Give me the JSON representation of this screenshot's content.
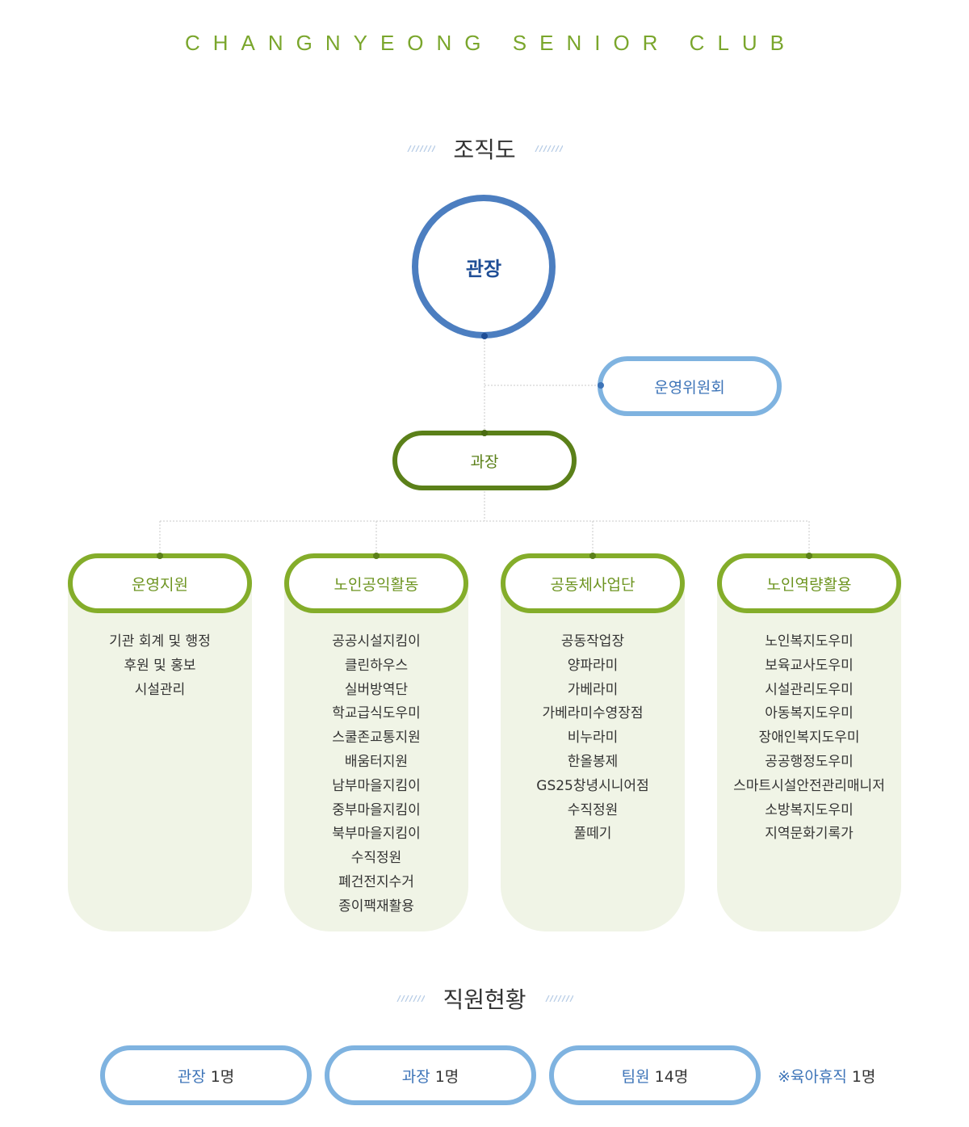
{
  "header": {
    "title": "CHANGNYEONG SENIOR CLUB"
  },
  "org_chart": {
    "heading": "조직도",
    "director": "관장",
    "committee": "운영위원회",
    "manager": "과장",
    "departments": [
      {
        "name": "운영지원",
        "items": [
          "기관 회계 및 행정",
          "후원 및 홍보",
          "시설관리"
        ]
      },
      {
        "name": "노인공익활동",
        "items": [
          "공공시설지킴이",
          "클린하우스",
          "실버방역단",
          "학교급식도우미",
          "스쿨존교통지원",
          "배움터지원",
          "남부마을지킴이",
          "중부마을지킴이",
          "북부마을지킴이",
          "수직정원",
          "폐건전지수거",
          "종이팩재활용"
        ]
      },
      {
        "name": "공동체사업단",
        "items": [
          "공동작업장",
          "양파라미",
          "가베라미",
          "가베라미수영장점",
          "비누라미",
          "한올봉제",
          "GS25창녕시니어점",
          "수직정원",
          "풀떼기"
        ]
      },
      {
        "name": "노인역량활용",
        "items": [
          "노인복지도우미",
          "보육교사도우미",
          "시설관리도우미",
          "아동복지도우미",
          "장애인복지도우미",
          "공공행정도우미",
          "스마트시설안전관리매니저",
          "소방복지도우미",
          "지역문화기록가"
        ]
      }
    ]
  },
  "staff": {
    "heading": "직원현황",
    "items": [
      {
        "label": "관장",
        "count": "1명"
      },
      {
        "label": "과장",
        "count": "1명"
      },
      {
        "label": "팀원",
        "count": "14명"
      }
    ],
    "leave": {
      "label": "※육아휴직",
      "count": "1명"
    }
  },
  "colors": {
    "green_accent": "#7aa62c",
    "blue_accent": "#4c7ec0",
    "light_blue": "#7fb3e0",
    "dark_green": "#5b8019",
    "panel_bg": "#f0f4e6"
  }
}
